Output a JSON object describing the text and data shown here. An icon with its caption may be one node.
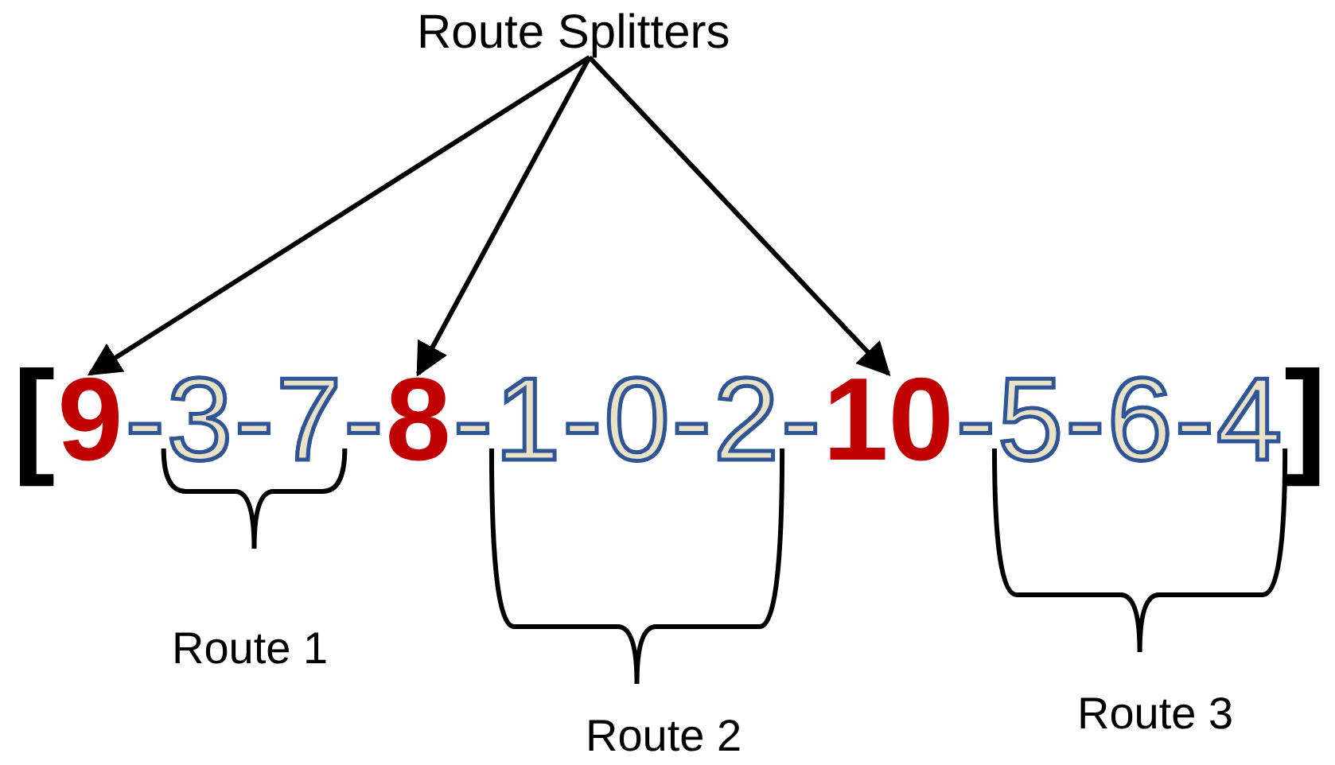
{
  "diagram": {
    "nodes": [
      {
        "text": [
          "Route Splitters"
        ]
      },
      {
        "text": [
          "9"
        ]
      },
      {
        "text": [
          "8"
        ]
      },
      {
        "text": [
          "10"
        ]
      }
    ],
    "edges": [
      {
        "from": 0,
        "to": 1,
        "arrow": "to"
      },
      {
        "from": 0,
        "to": 2,
        "arrow": "to"
      },
      {
        "from": 0,
        "to": 3,
        "arrow": "to"
      }
    ],
    "labels": [
      "[",
      "-",
      "3",
      "-",
      "7",
      "-",
      "-",
      "1",
      "-",
      "0",
      "-",
      "2",
      "-",
      "-",
      "5",
      "-",
      "6",
      "-",
      "4",
      "]",
      "Route 1",
      "Route 2",
      "Route 3"
    ]
  }
}
